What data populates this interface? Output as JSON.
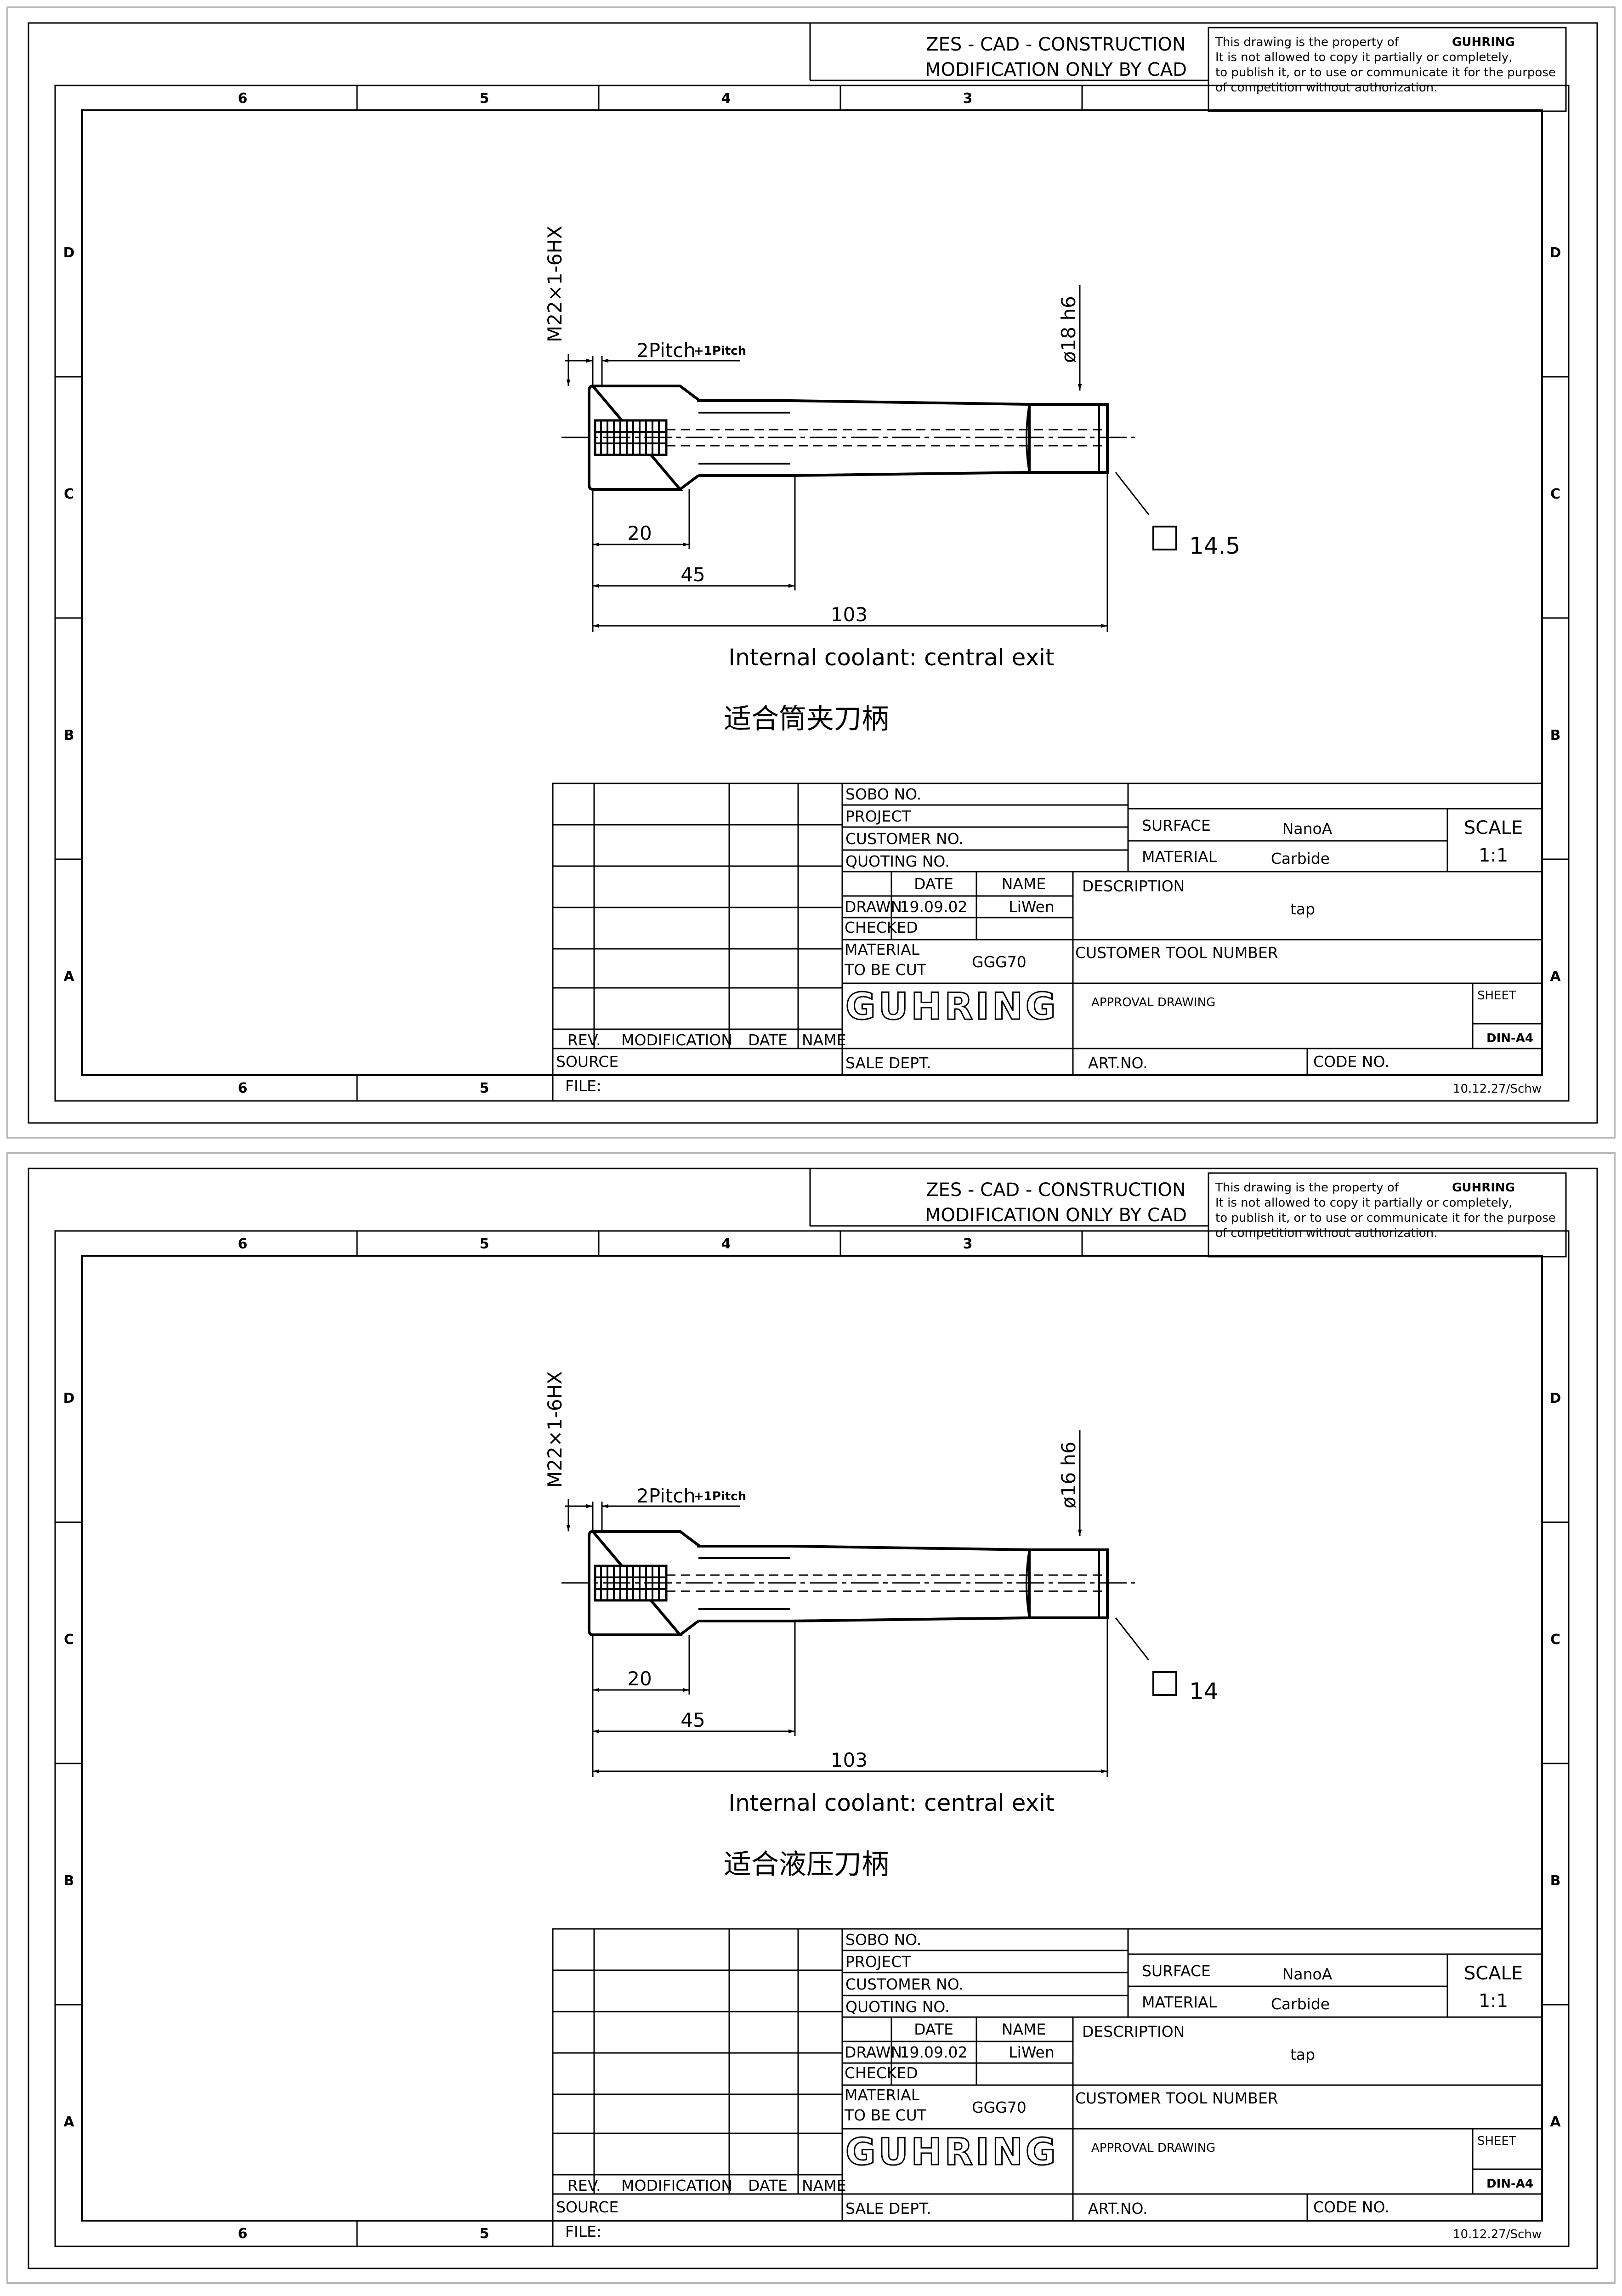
{
  "sheets": [
    {
      "header": {
        "line1": "ZES - CAD - CONSTRUCTION",
        "line2": "MODIFICATION ONLY BY CAD"
      },
      "notice": {
        "line1": "This drawing is the property of",
        "owner": "GUHRING",
        "line2": "It is not allowed to copy it partially or completely,",
        "line3": "to publish it, or to use or communicate it for the purpose",
        "line4": "of competition without authorization."
      },
      "zone_cols_top": [
        "6",
        "5",
        "4",
        "3"
      ],
      "zone_cols_bottom": [
        "6",
        "5"
      ],
      "zone_rows": [
        "D",
        "C",
        "B",
        "A"
      ],
      "part": {
        "thread": "M22×1-6HX",
        "chamfer": "2Pitch",
        "chamfer_tol": "+1Pitch",
        "shank": "ø18 h6",
        "square_label": "14.5",
        "dim_20": "20",
        "dim_45": "45",
        "dim_103": "103",
        "coolant_note": "Internal coolant: central exit",
        "chinese_note": "适合筒夹刀柄"
      },
      "title_block": {
        "sobo": "SOBO NO.",
        "project": "PROJECT",
        "customer": "CUSTOMER NO.",
        "quoting": "QUOTING NO.",
        "surface_label": "SURFACE",
        "surface_value": "NanoA",
        "material_label": "MATERIAL",
        "material_value": "Carbide",
        "scale_label": "SCALE",
        "scale_value": "1:1",
        "date_header": "DATE",
        "name_header": "NAME",
        "drawn_label": "DRAWN",
        "drawn_date": "19.09.02",
        "drawn_name": "LiWen",
        "checked_label": "CHECKED",
        "description_label": "DESCRIPTION",
        "description_value": "tap",
        "material_cut_label1": "MATERIAL",
        "material_cut_label2": "TO BE CUT",
        "material_cut_value": "GGG70",
        "customer_tool": "CUSTOMER TOOL NUMBER",
        "approval": "APPROVAL DRAWING",
        "sheet_label": "SHEET",
        "format": "DIN-A4",
        "logo": "GUHRING",
        "rev": "REV.",
        "modification": "MODIFICATION",
        "date": "DATE",
        "name": "NAME",
        "source": "SOURCE",
        "sale": "SALE DEPT.",
        "artno": "ART.NO.",
        "codeno": "CODE NO.",
        "file": "FILE:",
        "revdate": "10.12.27/Schw"
      }
    },
    {
      "header": {
        "line1": "ZES - CAD - CONSTRUCTION",
        "line2": "MODIFICATION ONLY BY CAD"
      },
      "notice": {
        "line1": "This drawing is the property of",
        "owner": "GUHRING",
        "line2": "It is not allowed to copy it partially or completely,",
        "line3": "to publish it, or to use or communicate it for the purpose",
        "line4": "of competition without authorization."
      },
      "zone_cols_top": [
        "6",
        "5",
        "4",
        "3"
      ],
      "zone_cols_bottom": [
        "6",
        "5"
      ],
      "zone_rows": [
        "D",
        "C",
        "B",
        "A"
      ],
      "part": {
        "thread": "M22×1-6HX",
        "chamfer": "2Pitch",
        "chamfer_tol": "+1Pitch",
        "shank": "ø16 h6",
        "square_label": "14",
        "dim_20": "20",
        "dim_45": "45",
        "dim_103": "103",
        "coolant_note": "Internal coolant: central exit",
        "chinese_note": "适合液压刀柄"
      },
      "title_block": {
        "sobo": "SOBO NO.",
        "project": "PROJECT",
        "customer": "CUSTOMER NO.",
        "quoting": "QUOTING NO.",
        "surface_label": "SURFACE",
        "surface_value": "NanoA",
        "material_label": "MATERIAL",
        "material_value": "Carbide",
        "scale_label": "SCALE",
        "scale_value": "1:1",
        "date_header": "DATE",
        "name_header": "NAME",
        "drawn_label": "DRAWN",
        "drawn_date": "19.09.02",
        "drawn_name": "LiWen",
        "checked_label": "CHECKED",
        "description_label": "DESCRIPTION",
        "description_value": "tap",
        "material_cut_label1": "MATERIAL",
        "material_cut_label2": "TO BE CUT",
        "material_cut_value": "GGG70",
        "customer_tool": "CUSTOMER TOOL NUMBER",
        "approval": "APPROVAL DRAWING",
        "sheet_label": "SHEET",
        "format": "DIN-A4",
        "logo": "GUHRING",
        "rev": "REV.",
        "modification": "MODIFICATION",
        "date": "DATE",
        "name": "NAME",
        "source": "SOURCE",
        "sale": "SALE DEPT.",
        "artno": "ART.NO.",
        "codeno": "CODE NO.",
        "file": "FILE:",
        "revdate": "10.12.27/Schw"
      }
    }
  ]
}
